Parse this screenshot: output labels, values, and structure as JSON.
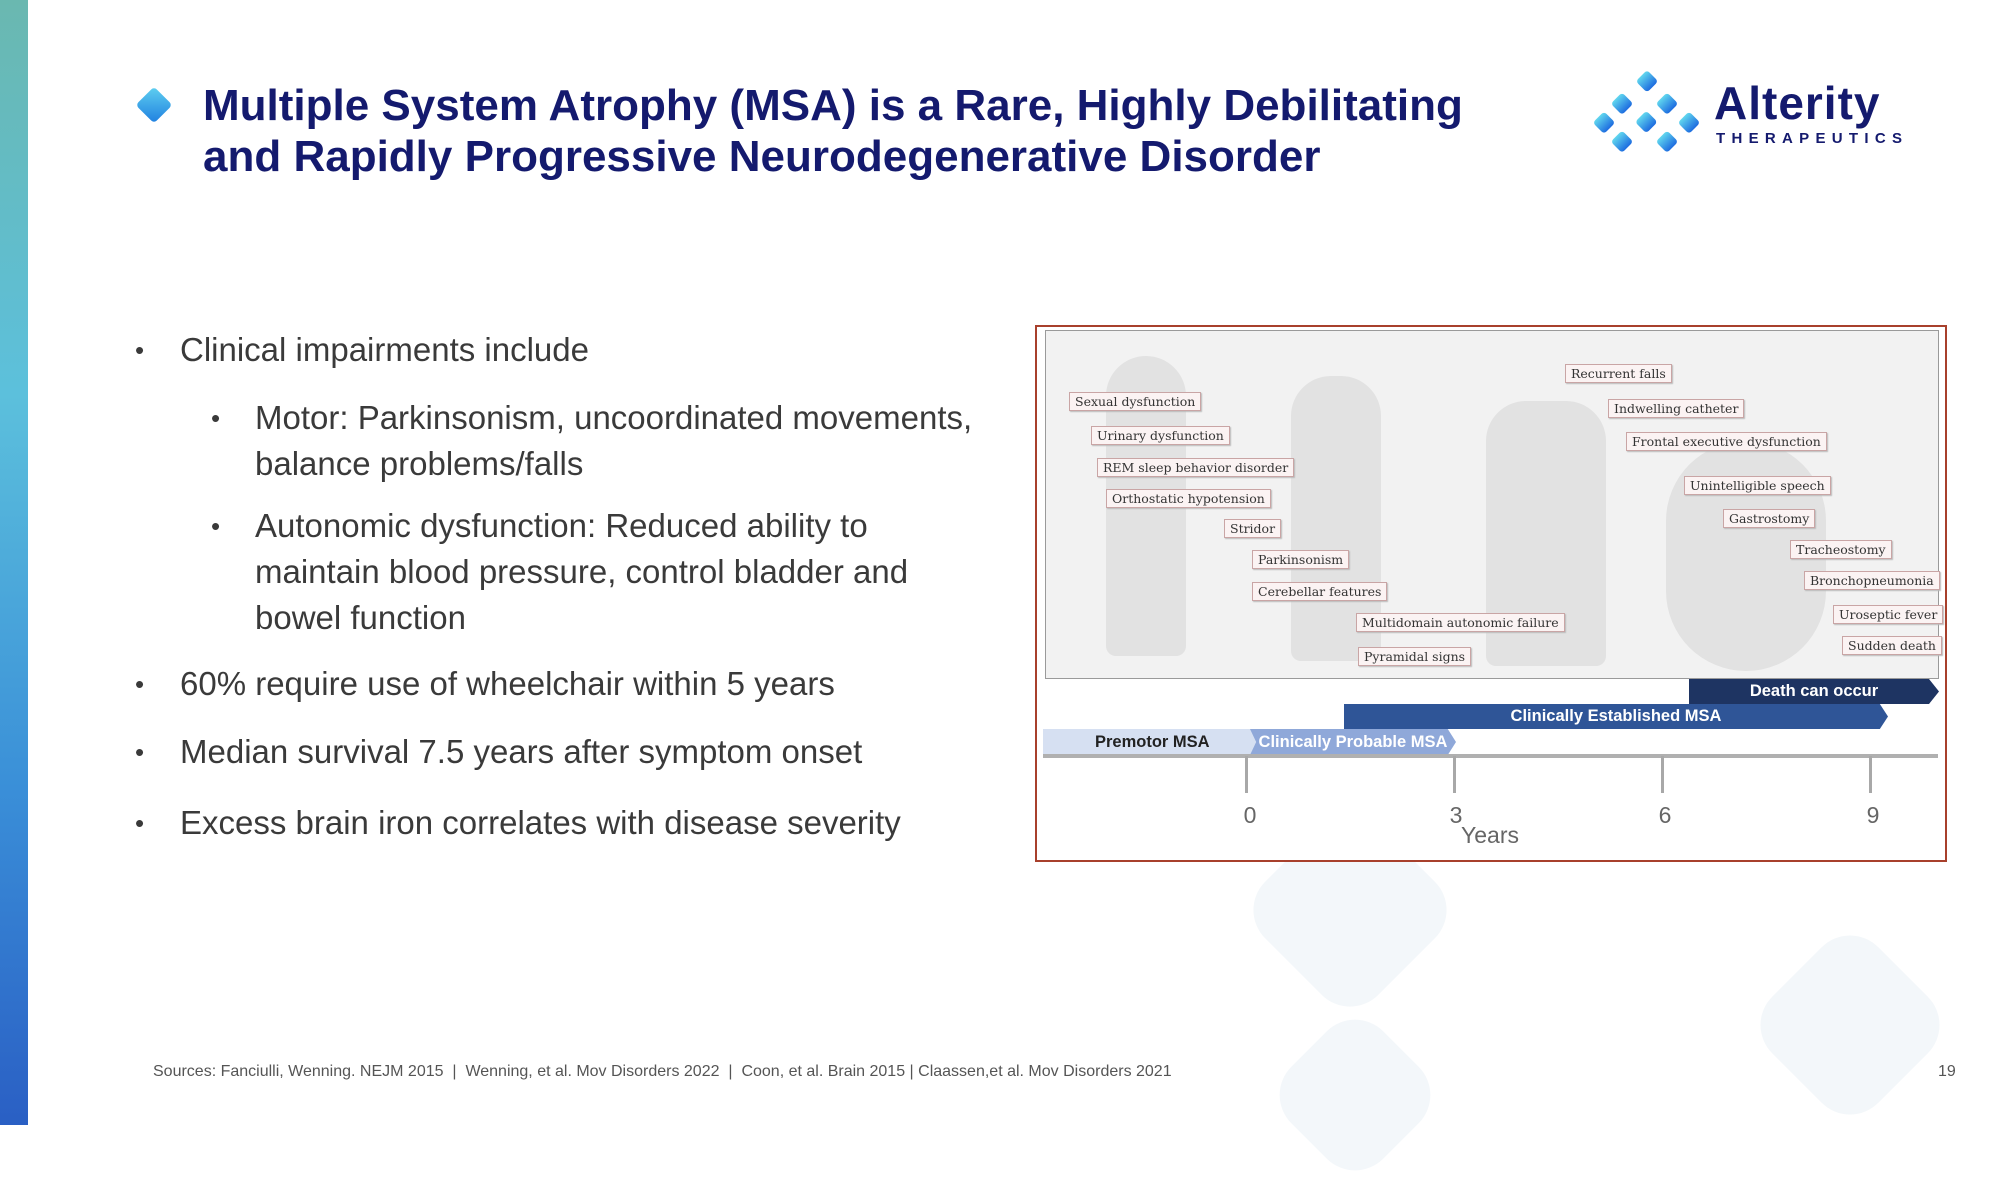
{
  "slide": {
    "title_line1": "Multiple System Atrophy (MSA) is a Rare, Highly Debilitating",
    "title_line2": "and Rapidly Progressive Neurodegenerative Disorder",
    "logo": {
      "name": "Alterity",
      "sub": "THERAPEUTICS"
    },
    "bullet_char": "•",
    "bullets": [
      "Clinical impairments include",
      "Motor: Parkinsonism, uncoordinated movements,",
      "balance problems/falls",
      "Autonomic dysfunction: Reduced ability to",
      "maintain blood pressure, control bladder and",
      "bowel function",
      "60% require use of wheelchair within 5 years",
      "Median survival 7.5 years after symptom onset",
      "Excess brain iron correlates with disease severity"
    ],
    "figure": {
      "labels": [
        "Sexual dysfunction",
        "Urinary dysfunction",
        "REM sleep behavior disorder",
        "Orthostatic hypotension",
        "Stridor",
        "Parkinsonism",
        "Cerebellar features",
        "Multidomain autonomic failure",
        "Pyramidal signs",
        "Recurrent falls",
        "Indwelling catheter",
        "Frontal executive dysfunction",
        "Unintelligible speech",
        "Gastrostomy",
        "Tracheostomy",
        "Bronchopneumonia",
        "Uroseptic fever",
        "Sudden death"
      ],
      "stages": [
        "Death can occur",
        "Clinically Established MSA",
        "Premotor MSA",
        "Clinically Probable MSA"
      ],
      "ticks": [
        "0",
        "3",
        "6",
        "9"
      ],
      "axis_label": "Years",
      "colors": {
        "death": "#1e3462",
        "established": "#2f5597",
        "premotor": "#d6e0f2",
        "probable": "#8fa8d9",
        "border": "#a8402c"
      }
    },
    "sources": "Sources: Fanciulli, Wenning. NEJM 2015  |  Wenning, et al. Mov Disorders 2022  |  Coon, et al. Brain 2015 | Claassen,et al. Mov Disorders 2021",
    "page_number": "19"
  }
}
